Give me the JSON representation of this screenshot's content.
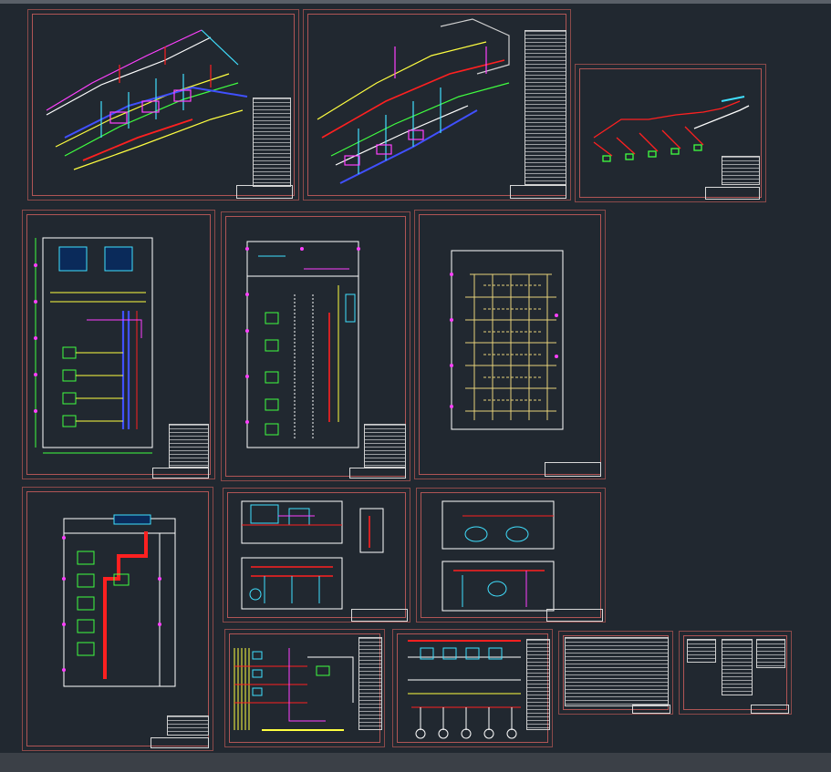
{
  "app": {
    "window_title": "",
    "viewport_label": ""
  },
  "theme": {
    "background": "#212830",
    "sheet_border": "#b05555",
    "pipe_red": "#ff2020",
    "pipe_yellow": "#ffff40",
    "pipe_green": "#40ff40",
    "pipe_cyan": "#40e0ff",
    "pipe_magenta": "#ff40ff",
    "pipe_blue": "#4050ff",
    "pipe_white": "#ffffff"
  },
  "sheets": [
    {
      "id": "isometric-1",
      "kind": "isometric"
    },
    {
      "id": "isometric-2",
      "kind": "isometric"
    },
    {
      "id": "isometric-3",
      "kind": "isometric"
    },
    {
      "id": "plan-1",
      "kind": "plan"
    },
    {
      "id": "plan-2",
      "kind": "plan"
    },
    {
      "id": "plan-grid",
      "kind": "plan"
    },
    {
      "id": "plan-3",
      "kind": "plan"
    },
    {
      "id": "section-1",
      "kind": "section"
    },
    {
      "id": "section-2",
      "kind": "section"
    },
    {
      "id": "schematic-1",
      "kind": "schematic"
    },
    {
      "id": "schematic-2",
      "kind": "schematic"
    },
    {
      "id": "legend-1",
      "kind": "table"
    },
    {
      "id": "legend-2",
      "kind": "notes"
    }
  ]
}
